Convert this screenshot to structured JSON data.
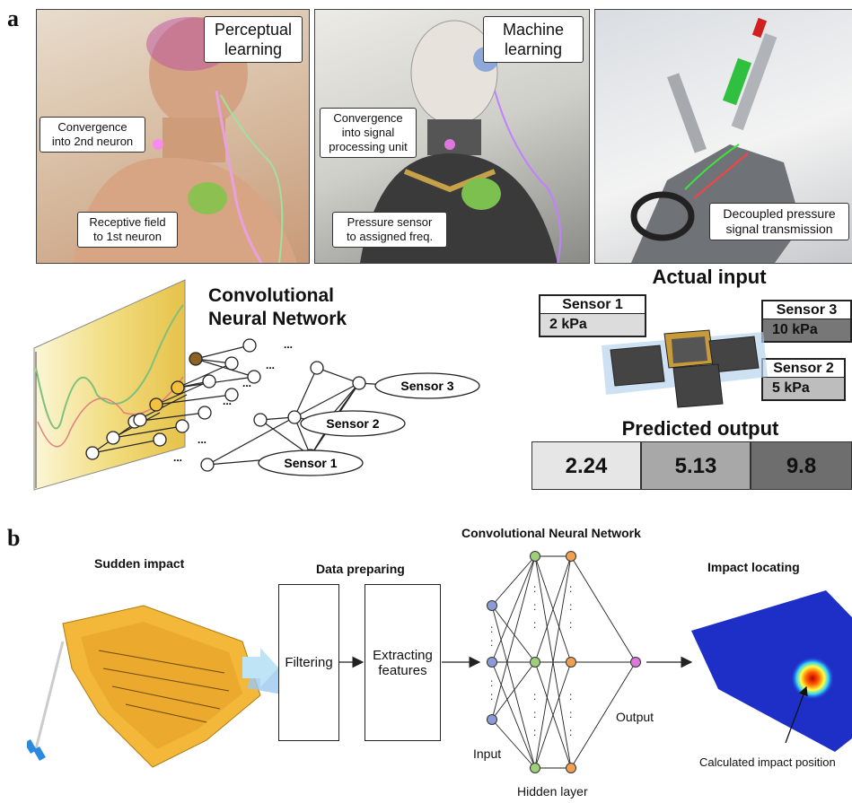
{
  "panel_a": {
    "letter": "a",
    "photos": {
      "human": {
        "title_line1": "Perceptual",
        "title_line2": "learning",
        "convergence_line1": "Convergence",
        "convergence_line2": "into 2nd neuron",
        "receptive_line1": "Receptive field",
        "receptive_line2": "to 1st neuron"
      },
      "robot": {
        "title_line1": "Machine",
        "title_line2": "learning",
        "convergence_line1": "Convergence",
        "convergence_line2": "into signal",
        "convergence_line3": "processing unit",
        "sensor_line1": "Pressure sensor",
        "sensor_line2": "to assigned freq."
      },
      "hand": {
        "decoupled_line1": "Decoupled pressure",
        "decoupled_line2": "signal transmission"
      }
    },
    "cnn": {
      "title_line1": "Convolutional",
      "title_line2": "Neural Network",
      "outputs": [
        "Sensor 3",
        "Sensor 2",
        "Sensor 1"
      ],
      "ellipsis": "..."
    },
    "actual_input": {
      "title": "Actual input",
      "sensors": [
        {
          "name": "Sensor 1",
          "value": "2 kPa"
        },
        {
          "name": "Sensor 3",
          "value": "10 kPa"
        },
        {
          "name": "Sensor 2",
          "value": "5 kPa"
        }
      ]
    },
    "predicted_output": {
      "title": "Predicted output",
      "values": [
        "2.24",
        "5.13",
        "9.8"
      ]
    }
  },
  "panel_b": {
    "letter": "b",
    "sudden_impact": "Sudden impact",
    "data_preparing": "Data preparing",
    "filtering": "Filtering",
    "extracting_line1": "Extracting",
    "extracting_line2": "features",
    "cnn_title": "Convolutional Neural Network",
    "input": "Input",
    "hidden_layer": "Hidden layer",
    "output": "Output",
    "impact_locating": "Impact locating",
    "calculated": "Calculated impact position",
    "dots": ":"
  },
  "colors": {
    "input_node": "#8a9bd8",
    "hidden1_node": "#9fcf7a",
    "hidden2_node": "#f0a050",
    "output_node": "#dd77dd",
    "heatmap_blue": "#1e2fc8"
  }
}
